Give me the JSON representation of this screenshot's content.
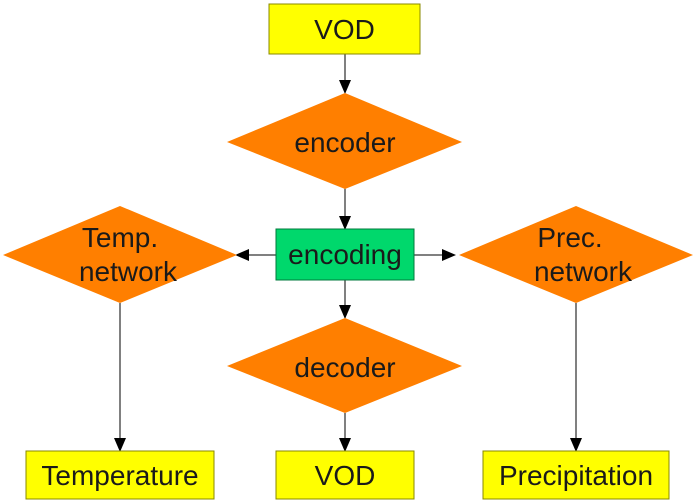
{
  "diagram": {
    "nodes": {
      "vod_input": {
        "label": "VOD",
        "shape": "rect",
        "color": "#ffff00"
      },
      "encoder": {
        "label": "encoder",
        "shape": "diamond",
        "color": "#ff7f00"
      },
      "encoding": {
        "label": "encoding",
        "shape": "rect",
        "color": "#00d86c"
      },
      "temp_network": {
        "label_lines": [
          "Temp.",
          "network"
        ],
        "shape": "diamond",
        "color": "#ff7f00"
      },
      "prec_network": {
        "label_lines": [
          "Prec.",
          "network"
        ],
        "shape": "diamond",
        "color": "#ff7f00"
      },
      "decoder": {
        "label": "decoder",
        "shape": "diamond",
        "color": "#ff7f00"
      },
      "temperature": {
        "label": "Temperature",
        "shape": "rect",
        "color": "#ffff00"
      },
      "vod_output": {
        "label": "VOD",
        "shape": "rect",
        "color": "#ffff00"
      },
      "precipitation": {
        "label": "Precipitation",
        "shape": "rect",
        "color": "#ffff00"
      }
    },
    "edges": [
      {
        "from": "vod_input",
        "to": "encoder"
      },
      {
        "from": "encoder",
        "to": "encoding"
      },
      {
        "from": "encoding",
        "to": "temp_network"
      },
      {
        "from": "encoding",
        "to": "prec_network"
      },
      {
        "from": "encoding",
        "to": "decoder"
      },
      {
        "from": "temp_network",
        "to": "temperature"
      },
      {
        "from": "decoder",
        "to": "vod_output"
      },
      {
        "from": "prec_network",
        "to": "precipitation"
      }
    ],
    "edge_color": "#000000"
  }
}
